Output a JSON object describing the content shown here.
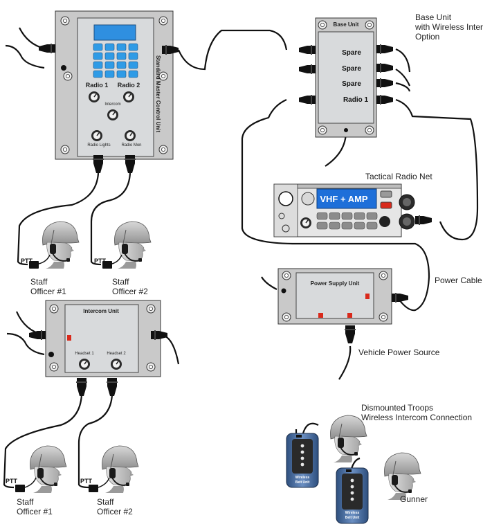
{
  "master_control": {
    "title": "Standard Master Control Unit",
    "radio1": "Radio 1",
    "radio2": "Radio 2",
    "intercom": "Intercom",
    "radio_lights": "Radio Lights",
    "radio_mon": "Radio Mon"
  },
  "base_unit": {
    "title": "Base Unit",
    "ports": [
      "Spare",
      "Spare",
      "Spare",
      "Radio 1"
    ],
    "caption": [
      "Base Unit",
      "with Wireless Inter",
      "Option"
    ]
  },
  "tactical_radio": {
    "caption": "Tactical Radio Net",
    "display": "VHF + AMP"
  },
  "power_supply": {
    "title": "Power Supply Unit",
    "cable_caption": "Power Cable",
    "source_caption": "Vehicle Power Source"
  },
  "intercom_unit": {
    "title": "Intercom Unit",
    "headset1": "Headset 1",
    "headset2": "Headset 2"
  },
  "ptt_label": "PTT",
  "staff": {
    "top_left": [
      "Staff",
      "Officer #1"
    ],
    "top_right": [
      "Staff",
      "Officer #2"
    ],
    "bottom_left": [
      "Staff",
      "Officer #1"
    ],
    "bottom_right": [
      "Staff",
      "Officer #2"
    ]
  },
  "dismounted": {
    "caption": [
      "Dismounted Troops",
      "Wireless Intercom Connection"
    ],
    "belt_unit": [
      "Wireless",
      "Belt Unit"
    ],
    "gunner": "Gunner"
  },
  "colors": {
    "panel": "#c8c8c8",
    "face": "#d4d6d8",
    "key_blue": "#2f9be6",
    "display_blue": "#1e6fd9",
    "led_red": "#d92a1c",
    "belt_blue": "#4a73a8"
  }
}
